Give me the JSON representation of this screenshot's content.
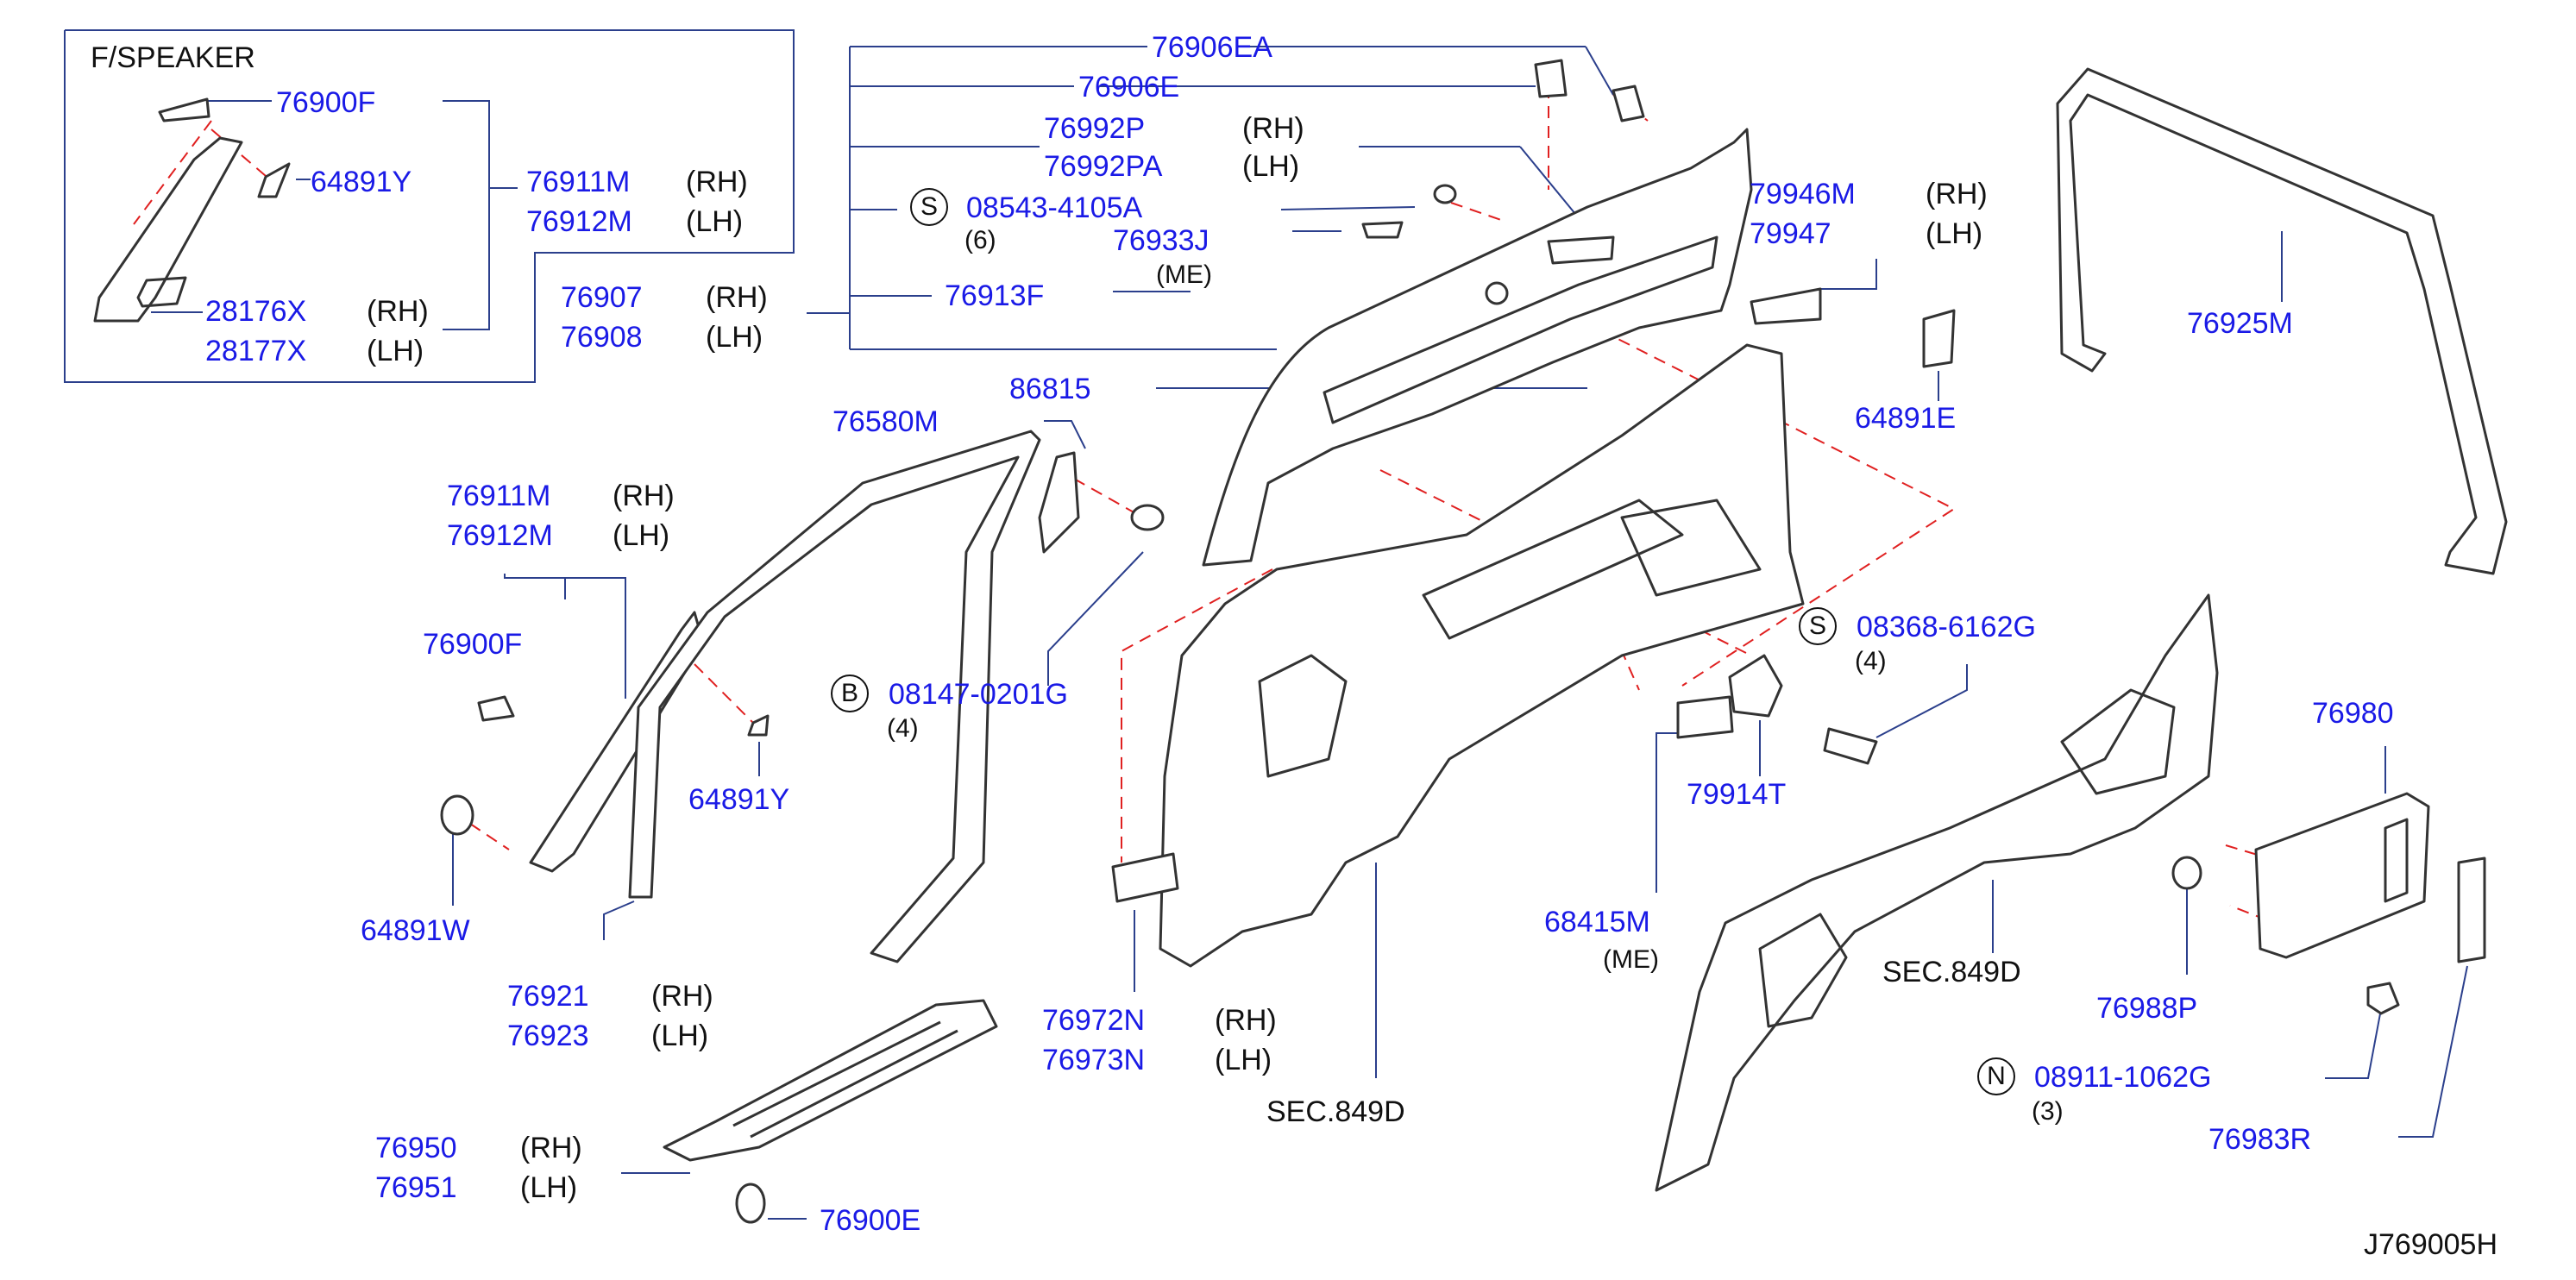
{
  "diagram_id": "J769005H",
  "colors": {
    "part_number": "#1a1ae6",
    "text": "#111111",
    "leader": "#2b3f8c",
    "dash": "#e02020",
    "outline": "#333333"
  },
  "inset": {
    "title": "F/SPEAKER"
  },
  "labels": {
    "p76906EA": "76906EA",
    "p76906E": "76906E",
    "p76992P": "76992P",
    "p76992PA": "76992PA",
    "p08543": "08543-4105A",
    "p76933J": "76933J",
    "p76907": "76907",
    "p76908": "76908",
    "p76913F": "76913F",
    "p86815": "86815",
    "p76580M": "76580M",
    "p08147": "08147-0201G",
    "p79946M": "79946M",
    "p79947": "79947",
    "p76925M": "76925M",
    "p64891E": "64891E",
    "p08368": "08368-6162G",
    "p79914T": "79914T",
    "p68415M": "68415M",
    "p76980": "76980",
    "p76988P": "76988P",
    "p08911": "08911-1062G",
    "p76983R": "76983R",
    "p76911M_a": "76911M",
    "p76912M_a": "76912M",
    "p76900F_a": "76900F",
    "p64891Y_a": "64891Y",
    "p28176X": "28176X",
    "p28177X": "28177X",
    "p76911M_b": "76911M",
    "p76912M_b": "76912M",
    "p76900F_b": "76900F",
    "p64891Y_b": "64891Y",
    "p64891W": "64891W",
    "p76921": "76921",
    "p76923": "76923",
    "p76972N": "76972N",
    "p76973N": "76973N",
    "p76950": "76950",
    "p76951": "76951",
    "p76900E": "76900E"
  },
  "qualifiers": {
    "rh": "(RH)",
    "lh": "(LH)",
    "me": "(ME)",
    "q6": "(6)",
    "q4": "(4)",
    "q3": "(3)"
  },
  "sections": {
    "sec_849d": "SEC.849D"
  },
  "symbols": {
    "s": "S",
    "b": "B",
    "n": "N"
  }
}
